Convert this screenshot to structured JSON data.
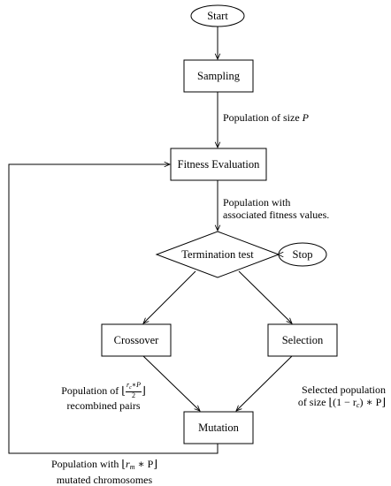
{
  "nodes": {
    "start": "Start",
    "sampling": "Sampling",
    "fitness": "Fitness Evaluation",
    "termination": "Termination test",
    "stop": "Stop",
    "crossover": "Crossover",
    "selection": "Selection",
    "mutation": "Mutation"
  },
  "edge_labels": {
    "sampling_to_fitness": {
      "text": "Population of size ",
      "var": "P"
    },
    "fitness_to_termination": {
      "line1": "Population with",
      "line2": "associated fitness values."
    },
    "crossover_to_mutation": {
      "prefix": "Population of ",
      "frac_num": "r",
      "frac_num_sub": "c",
      "frac_num_rest": "∗P",
      "frac_den": "2",
      "line2": "recombined pairs"
    },
    "selection_to_mutation": {
      "line1": "Selected population",
      "prefix": "of size ",
      "expr": "(1 − r",
      "expr_sub": "c",
      "expr_rest": ") ∗ P"
    },
    "mutation_to_fitness": {
      "prefix": "Population with ",
      "var": "r",
      "var_sub": "m",
      "rest": " ∗ P",
      "line2": "mutated chromosomes"
    }
  }
}
